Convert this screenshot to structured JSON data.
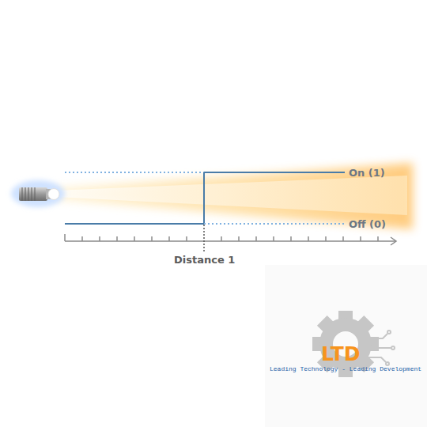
{
  "diagram": {
    "labels": [
      "On (1)",
      "Off (0)",
      "Distance 1",
      "LTD",
      "Leading Technology - Leading Development"
    ]
  }
}
